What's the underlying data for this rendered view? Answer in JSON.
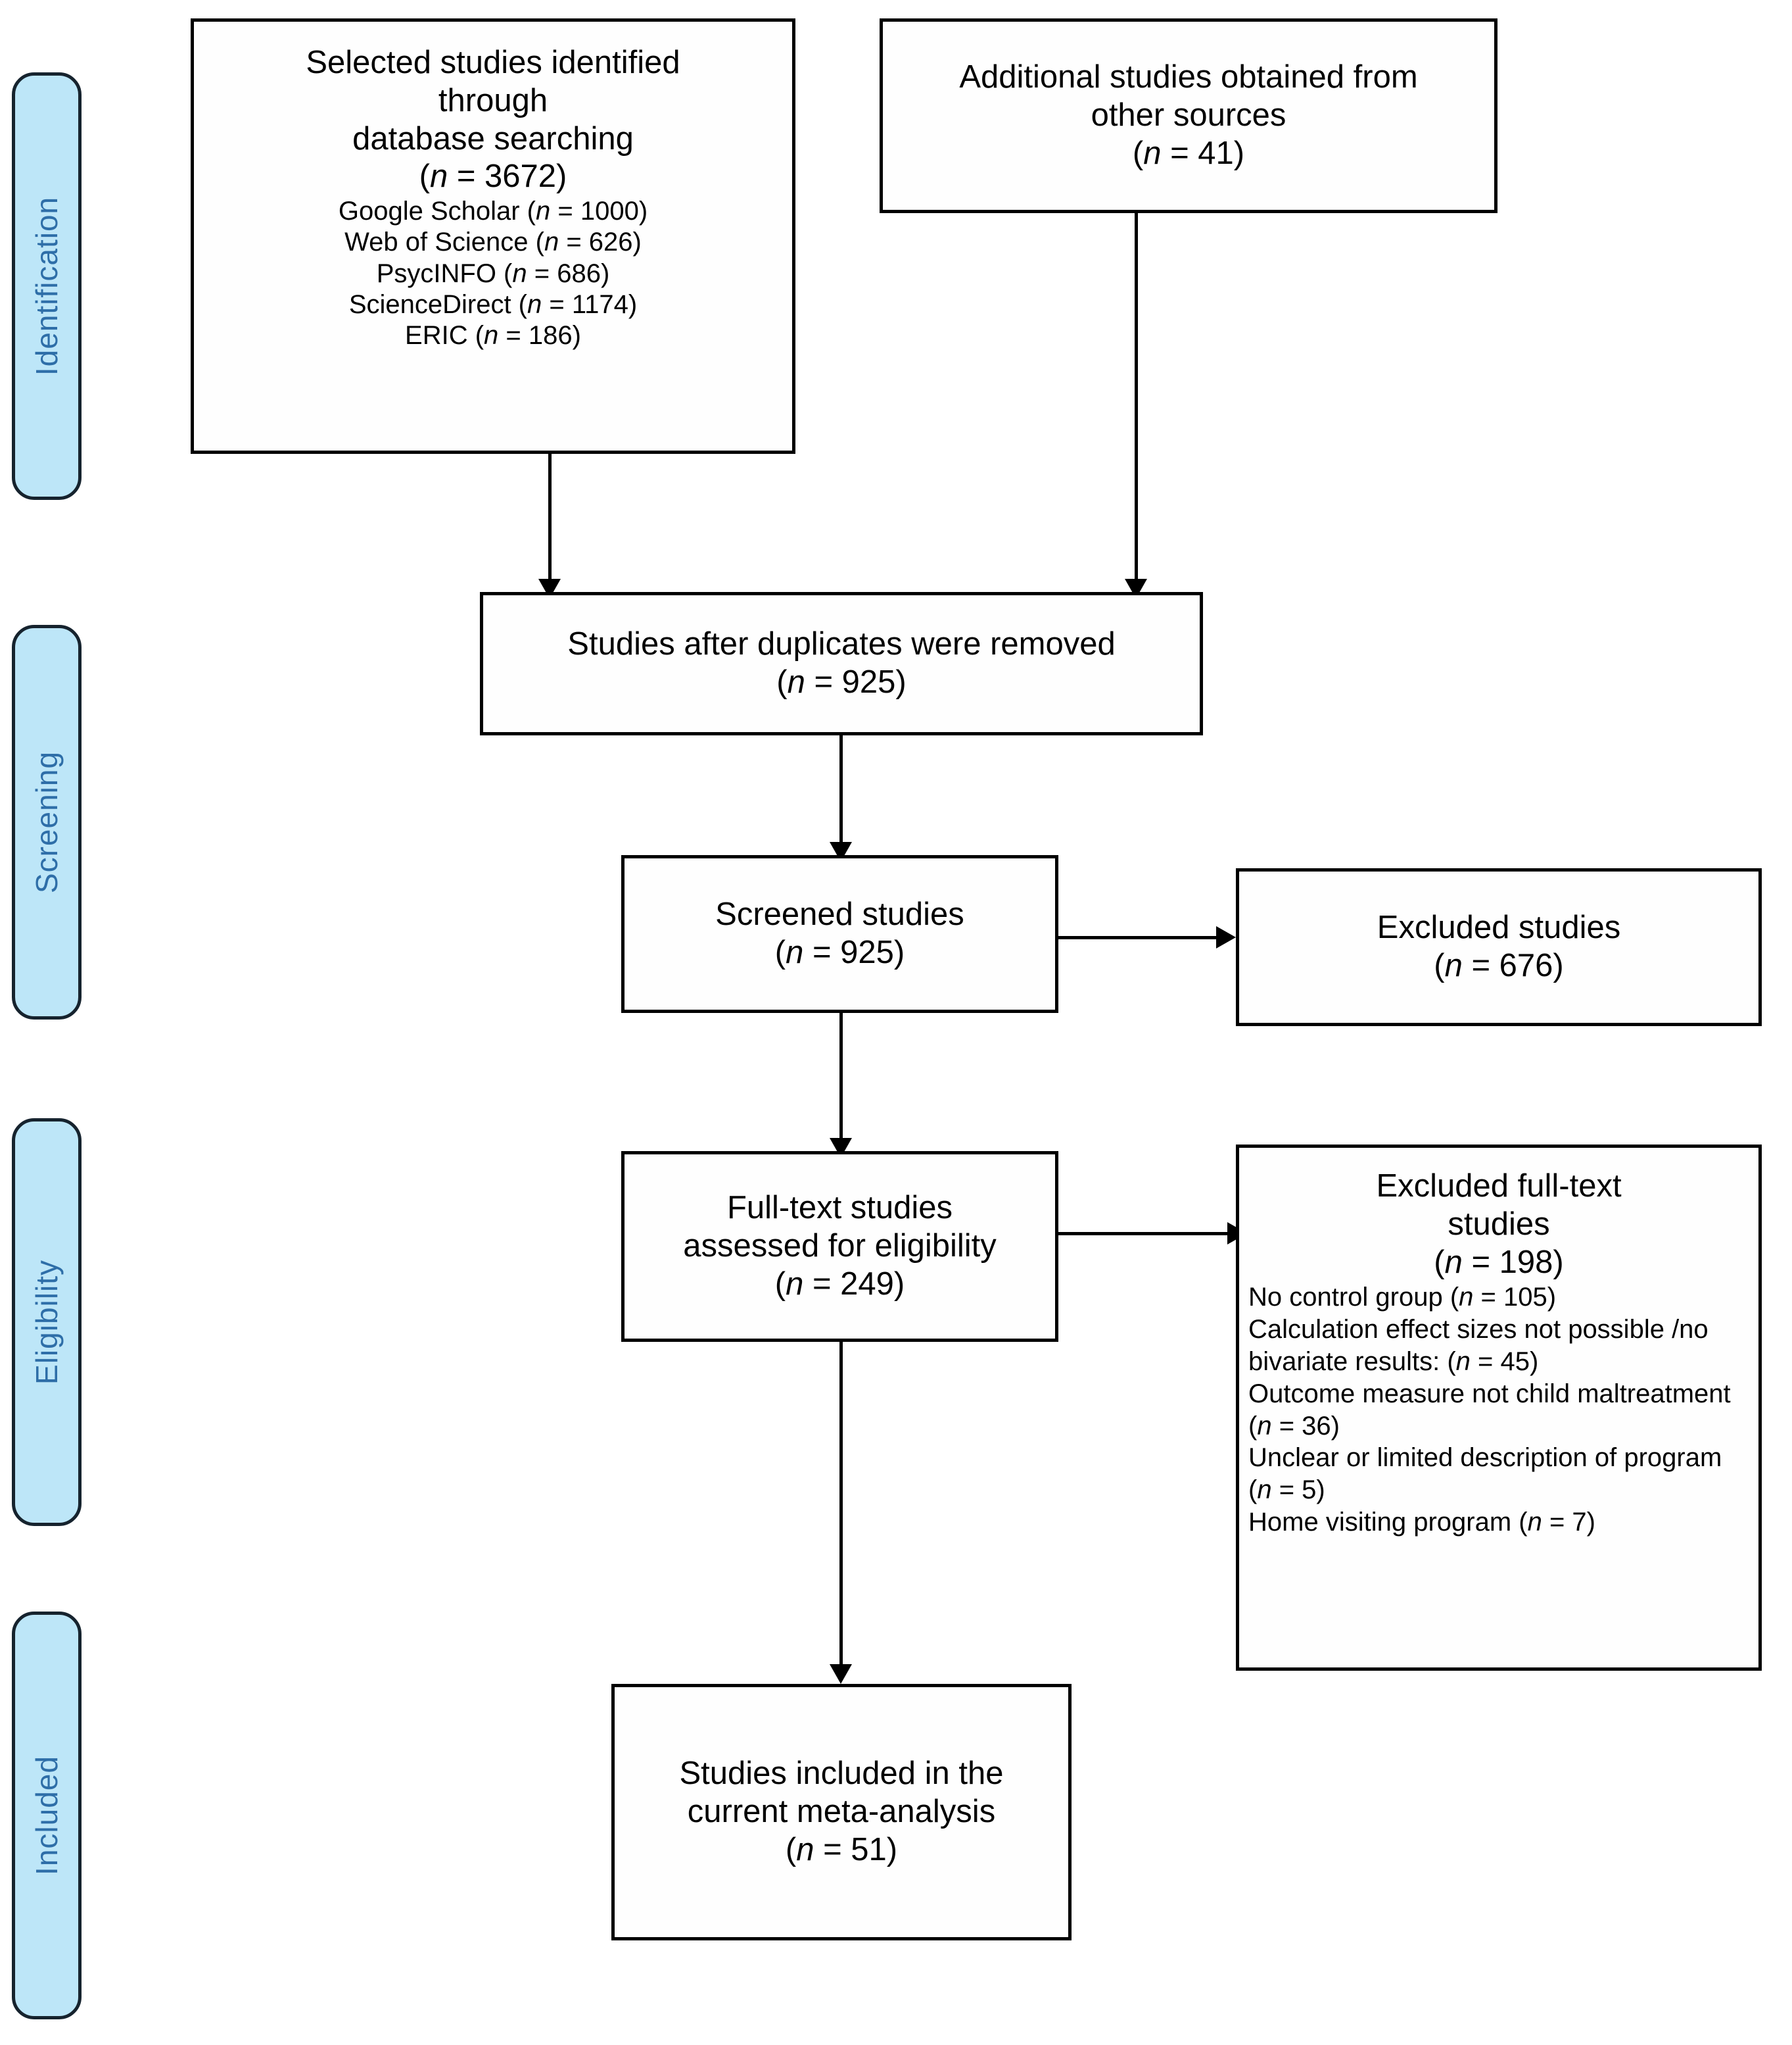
{
  "stages": [
    {
      "id": "identification",
      "label": "Identification"
    },
    {
      "id": "screening",
      "label": "Screening"
    },
    {
      "id": "eligibility",
      "label": "Eligibility"
    },
    {
      "id": "included",
      "label": "Included"
    }
  ],
  "boxes": {
    "database_search": {
      "title_line1": "Selected studies identified",
      "title_line2": "through",
      "title_line3": "database searching",
      "count": "(n = 3672)",
      "sources": [
        "Google Scholar (n = 1000)",
        "Web of Science (n = 626)",
        "PsycINFO (n = 686)",
        "ScienceDirect (n = 1174)",
        "ERIC (n = 186)"
      ]
    },
    "other_sources": {
      "title_line1": "Additional studies obtained from",
      "title_line2": "other sources",
      "count": "(n = 41)"
    },
    "duplicates_removed": {
      "title": "Studies after duplicates were removed",
      "count": "(n = 925)"
    },
    "screened": {
      "title": "Screened studies",
      "count": "(n = 925)"
    },
    "excluded_screened": {
      "title": "Excluded studies",
      "count": "(n = 676)"
    },
    "fulltext_assessed": {
      "title_line1": "Full-text studies",
      "title_line2": "assessed for eligibility",
      "count": "(n = 249)"
    },
    "excluded_fulltext": {
      "title_line1": "Excluded full-text",
      "title_line2": "studies",
      "count": "(n = 198)",
      "reasons": [
        "No control group (n = 105)",
        "Calculation effect sizes not possible /no bivariate results: (n = 45)",
        "Outcome measure not child maltreatment (n = 36)",
        "Unclear or limited description of program (n = 5)",
        "Home visiting program (n = 7)"
      ]
    },
    "final_included": {
      "title_line1": "Studies included in the",
      "title_line2": "current meta-analysis",
      "count": "(n = 51)"
    }
  },
  "colors": {
    "stage_fill": "#bde6f8",
    "stage_border": "#16232e",
    "stage_text": "#2e6ea8",
    "box_border": "#000000",
    "connector": "#000000"
  }
}
